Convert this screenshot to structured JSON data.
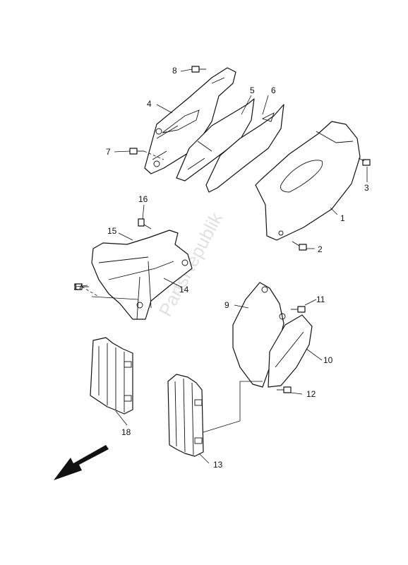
{
  "callouts": {
    "c1": "1",
    "c2": "2",
    "c3": "3",
    "c4": "4",
    "c5": "5",
    "c6": "6",
    "c7": "7",
    "c8": "8",
    "c9": "9",
    "c10": "10",
    "c11": "11",
    "c12": "12",
    "c13": "13",
    "c14": "14",
    "c15": "15",
    "c16": "16",
    "c17": "17",
    "c18": "18"
  },
  "watermark": "PartsRepublik",
  "icons": {
    "direction_arrow": "front-direction-arrow-icon"
  }
}
